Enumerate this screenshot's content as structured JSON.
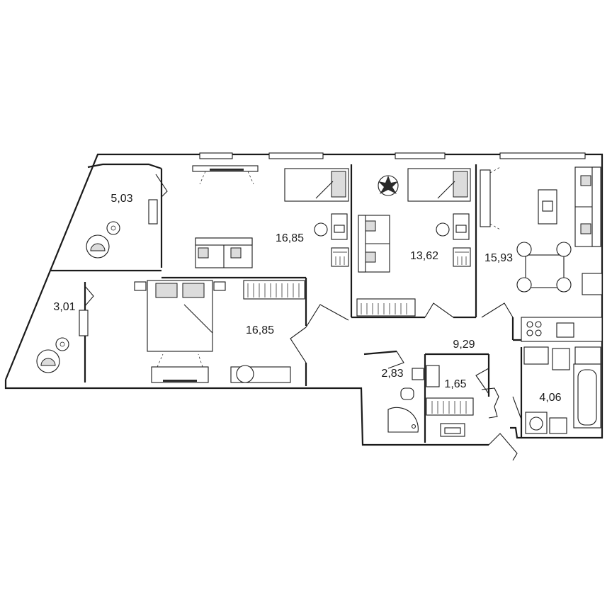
{
  "rooms": [
    {
      "id": "loggia-top",
      "area": "5,03"
    },
    {
      "id": "bedroom-top",
      "area": "16,85"
    },
    {
      "id": "bedroom-middle",
      "area": "13,62"
    },
    {
      "id": "kitchen-living",
      "area": "15,93"
    },
    {
      "id": "loggia-bottom",
      "area": "3,01"
    },
    {
      "id": "bedroom-bottom",
      "area": "16,85"
    },
    {
      "id": "hallway",
      "area": "9,29"
    },
    {
      "id": "bathroom",
      "area": "2,83"
    },
    {
      "id": "wardrobe",
      "area": "1,65"
    },
    {
      "id": "wc-laundry",
      "area": "4,06"
    }
  ]
}
